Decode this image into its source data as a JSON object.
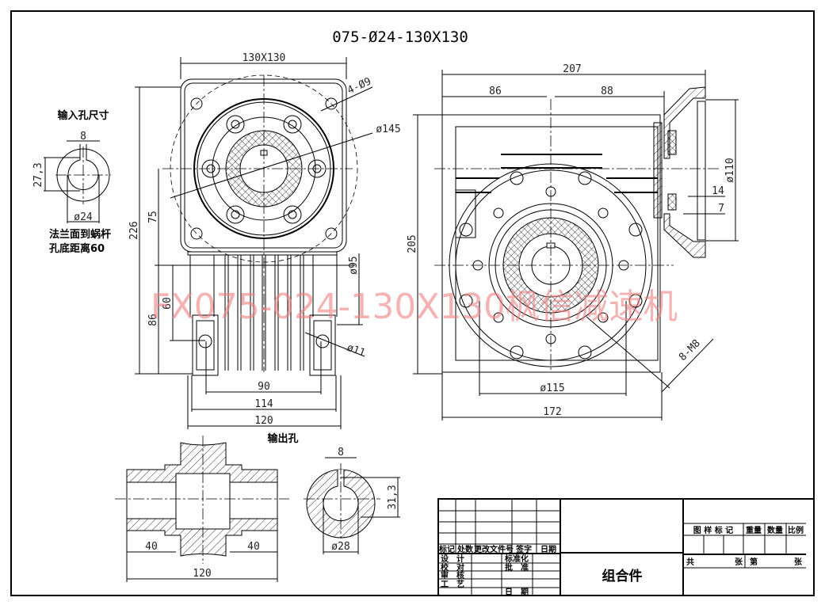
{
  "title": "075-Ø24-130X130",
  "watermark": "FX075-024-130X130枫信减速机",
  "input_hole": {
    "heading": "输入孔尺寸",
    "key_width": "8",
    "height": "27,3",
    "diameter": "ø24",
    "note_line1": "法兰面到蜗杆",
    "note_line2": "孔底距离60"
  },
  "front_view": {
    "flange": "130X130",
    "holes": "4-Ø9",
    "pcd": "ø145",
    "total_height": "226",
    "upper_height": "75",
    "lower_height": "86",
    "foot_height": "60",
    "spigot": "ø95",
    "foot_hole": "ø11",
    "foot_span": "90",
    "base_inner": "114",
    "base_width": "120"
  },
  "side_view": {
    "total_width": "207",
    "left_width": "86",
    "right_width": "88",
    "height": "205",
    "flange_dia": "ø110",
    "dim14": "14",
    "dim7": "7",
    "threads": "8-M8",
    "pcd": "ø115",
    "width": "172"
  },
  "output_hole": {
    "heading": "输出孔",
    "left_len": "40",
    "right_len": "40",
    "total_len": "120",
    "key_width": "8",
    "height": "31,3",
    "diameter": "ø28"
  },
  "title_block": {
    "rev_headers": [
      "标记",
      "处数",
      "更改文件号",
      "签字",
      "日期"
    ],
    "design": "设　计",
    "check": "校　对",
    "review": "审　核",
    "process": "工　艺",
    "standard": "标准化",
    "approve": "批　准",
    "date": "日　期",
    "part_name": "组合件",
    "drawing_mark": "图 样 标 记",
    "weight": "重量",
    "quantity": "数量",
    "scale": "比例",
    "total": "共",
    "sheet": "张",
    "page": "第",
    "sheet2": "张"
  }
}
